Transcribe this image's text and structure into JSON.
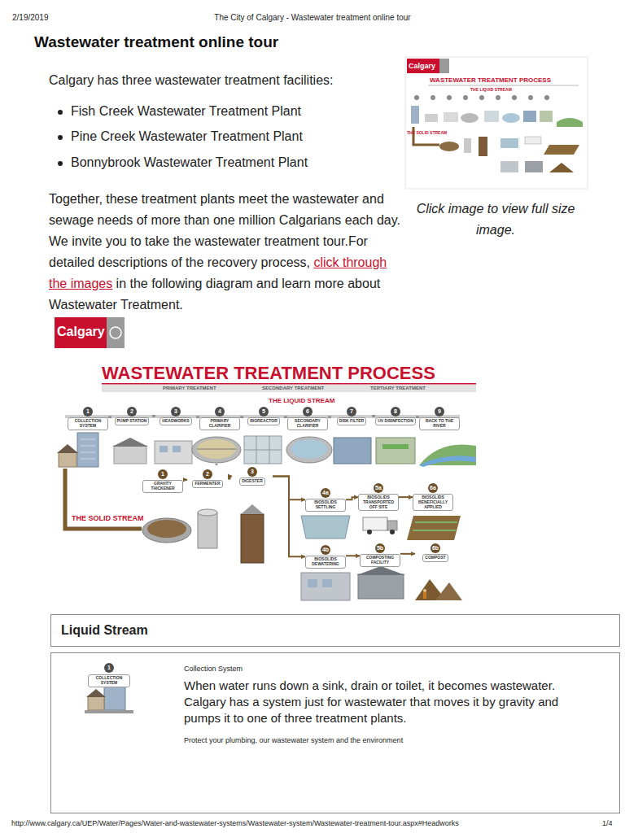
{
  "diagram": {
    "title": "Wastewater treatment online tour",
    "nodes": [
      {
        "text": [
          "1",
          "COLLECTION SYSTEM"
        ]
      },
      {
        "text": [
          "2",
          "PUMP STATION"
        ]
      },
      {
        "text": [
          "3",
          "HEADWORKS"
        ]
      },
      {
        "text": [
          "4",
          "PRIMARY CLARIFIER"
        ]
      },
      {
        "text": [
          "5",
          "BIOREACTOR"
        ]
      },
      {
        "text": [
          "6",
          "SECONDARY CLARIFIER"
        ]
      },
      {
        "text": [
          "7",
          "DISK FILTER"
        ]
      },
      {
        "text": [
          "8",
          "UV DISINFECTION"
        ]
      },
      {
        "text": [
          "9",
          "BACK TO THE RIVER"
        ]
      },
      {
        "text": [
          "1",
          "GRAVITY THICKENER"
        ]
      },
      {
        "text": [
          "2",
          "FERMENTER"
        ]
      },
      {
        "text": [
          "3",
          "DIGESTER"
        ]
      },
      {
        "text": [
          "4a",
          "BIOSOLIDS SETTLING"
        ]
      },
      {
        "text": [
          "5a",
          "BIOSOLIDS TRANSPORTED OFF SITE"
        ]
      },
      {
        "text": [
          "6a",
          "BIOSOLIDS BENEFICIALLY APPLIED"
        ]
      },
      {
        "text": [
          "4b",
          "BIOSOLIDS DEWATERING"
        ]
      },
      {
        "text": [
          "5b",
          "COMPOSTING FACILITY"
        ]
      },
      {
        "text": [
          "6b",
          "COMPOST"
        ]
      },
      {
        "text": [
          "Liquid Stream"
        ]
      },
      {
        "text": [
          "Collection System",
          "When water runs down a sink, drain or toilet, it becomes wastewater. Calgary has a system just for wastewater that moves it by gravity and pumps it to one of three treatment plants.",
          "Protect your plumbing, our wastewater system and the environment"
        ]
      }
    ],
    "edges": [
      {
        "from": 0,
        "to": 1,
        "arrow": "none"
      },
      {
        "from": 1,
        "to": 2,
        "arrow": "none"
      },
      {
        "from": 2,
        "to": 3,
        "arrow": "none"
      },
      {
        "from": 3,
        "to": 4,
        "arrow": "none"
      },
      {
        "from": 4,
        "to": 5,
        "arrow": "none"
      },
      {
        "from": 5,
        "to": 6,
        "arrow": "none"
      },
      {
        "from": 6,
        "to": 7,
        "arrow": "none"
      },
      {
        "from": 7,
        "to": 8,
        "arrow": "none"
      },
      {
        "from": 9,
        "to": 10,
        "arrow": "to"
      },
      {
        "from": 10,
        "to": 11,
        "arrow": "to"
      },
      {
        "from": 11,
        "to": 12,
        "arrow": "to"
      },
      {
        "from": 12,
        "to": 13,
        "arrow": "to"
      },
      {
        "from": 13,
        "to": 14,
        "arrow": "to"
      },
      {
        "from": 11,
        "to": 15,
        "arrow": "to"
      },
      {
        "from": 15,
        "to": 16,
        "arrow": "to"
      },
      {
        "from": 16,
        "to": 17,
        "arrow": "to"
      }
    ],
    "labels": [
      "2/19/2019",
      "The City of Calgary - Wastewater treatment online tour",
      "Calgary has three wastewater treatment facilities:",
      "Fish Creek Wastewater Treatment Plant",
      "Pine Creek Wastewater Treatment Plant",
      "Bonnybrook Wastewater Treatment Plant",
      "Together, these treatment plants meet the wastewater and sewage needs of more than one million Calgarians each day. We invite you to take the wastewater treatment tour.For detailed descriptions of the recovery process,",
      "click through the images",
      "in the following diagram and learn more about Wastewater Treatment.",
      "Click image to view full size image.",
      "Calgary",
      "WASTEWATER TREATMENT PROCESS",
      "THE LIQUID STREAM",
      "THE SOLID STREAM",
      "Calgary",
      "WASTEWATER TREATMENT PROCESS",
      "PRIMARY TREATMENT",
      "SECONDARY TREATMENT",
      "TERTIARY TREATMENT",
      "THE LIQUID STREAM",
      "THE SOLID STREAM",
      "http://www.calgary.ca/UEP/Water/Pages/Water-and-wastewater-systems/Wastewater-system/Wastewater-treatment-tour.aspx#Headworks",
      "1/4",
      "1",
      "COLLECTION SYSTEM"
    ]
  }
}
